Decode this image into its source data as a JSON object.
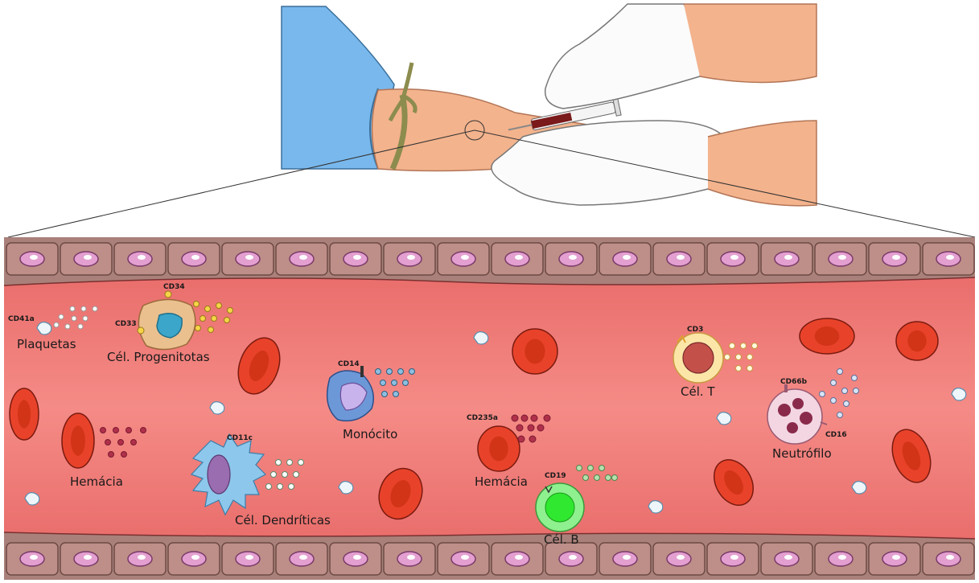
{
  "cells": {
    "platelets": {
      "name": "Plaquetas",
      "marker": "CD41a"
    },
    "progenitor": {
      "name": "Cél. Progenitotas",
      "markers": [
        "CD34",
        "CD33"
      ]
    },
    "monocyte": {
      "name": "Monócito",
      "marker": "CD14"
    },
    "dendritic": {
      "name": "Cél. Dendríticas",
      "marker": "CD11c"
    },
    "erythrocyte_left": {
      "name": "Hemácia"
    },
    "erythrocyte_center": {
      "name": "Hemácia",
      "marker": "CD235a"
    },
    "t_cell": {
      "name": "Cél. T",
      "marker": "CD3"
    },
    "b_cell": {
      "name": "Cél. B",
      "marker": "CD19"
    },
    "neutrophil": {
      "name": "Neutrófilo",
      "markers": [
        "CD66b",
        "CD16"
      ]
    }
  },
  "colors": {
    "vessel_wall": "#a9817a",
    "lumen": "#f08080",
    "red_cell": "#e8432a",
    "sleeve": "#7ec0ee",
    "skin": "#f2b48c",
    "glove": "#fafafa"
  }
}
